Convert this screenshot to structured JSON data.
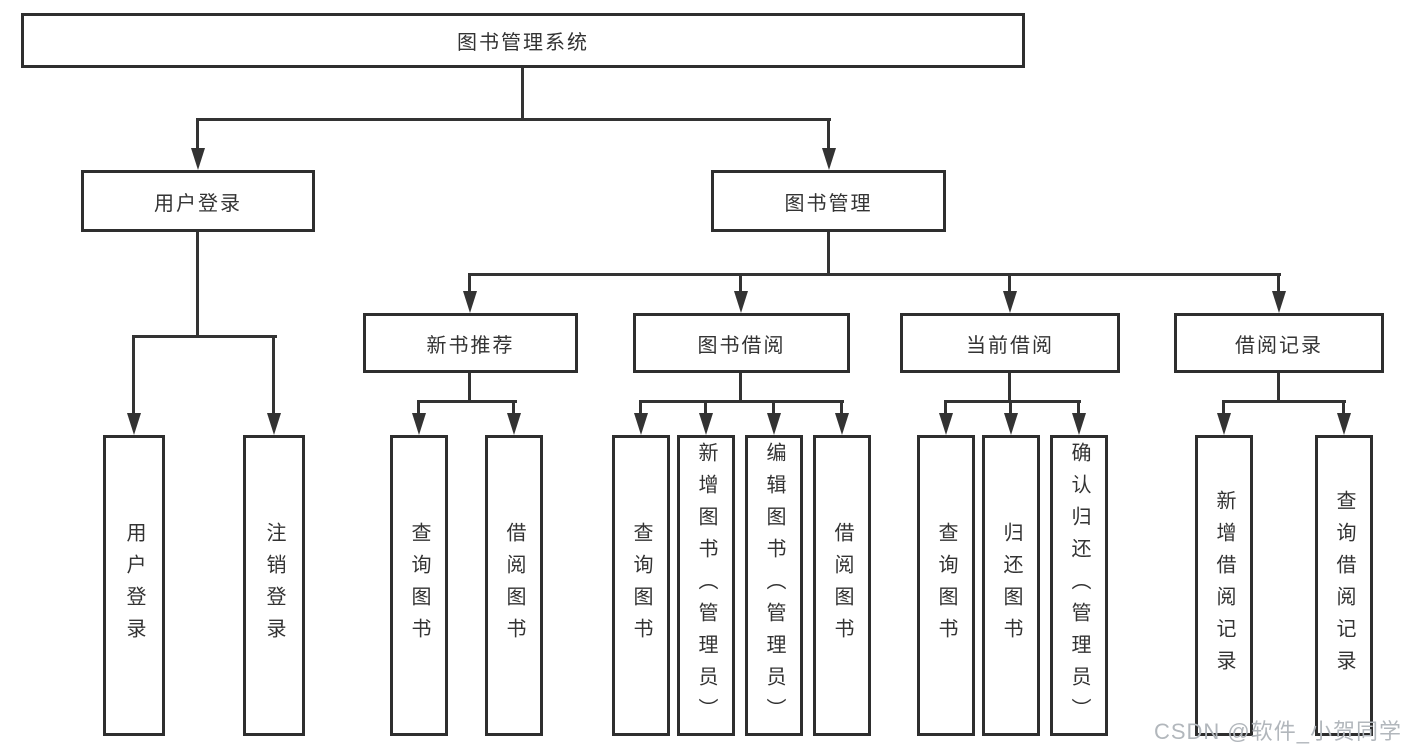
{
  "diagram": {
    "root": {
      "label": "图书管理系统"
    },
    "level2": {
      "user_login": {
        "label": "用户登录"
      },
      "book_management": {
        "label": "图书管理"
      }
    },
    "level3": {
      "new_book_recommend": {
        "label": "新书推荐"
      },
      "book_borrow": {
        "label": "图书借阅"
      },
      "current_borrow": {
        "label": "当前借阅"
      },
      "borrow_records": {
        "label": "借阅记录"
      }
    },
    "leaves": {
      "user_login_1": "用户登录",
      "user_login_2": "注销登录",
      "recommend_1": "查询图书",
      "recommend_2": "借阅图书",
      "borrow_1": "查询图书",
      "borrow_2": "新增图书（管理员）",
      "borrow_3": "编辑图书（管理员）",
      "borrow_4": "借阅图书",
      "current_1": "查询图书",
      "current_2": "归还图书",
      "current_3": "确认归还（管理员）",
      "records_1": "新增借阅记录",
      "records_2": "查询借阅记录"
    }
  },
  "watermark": {
    "text": "CSDN @软件_小贺同学"
  },
  "colors": {
    "line": "#333333",
    "box_border": "#2e2e2e",
    "text": "#333333",
    "background": "#ffffff",
    "watermark": "#b2b7bc"
  }
}
